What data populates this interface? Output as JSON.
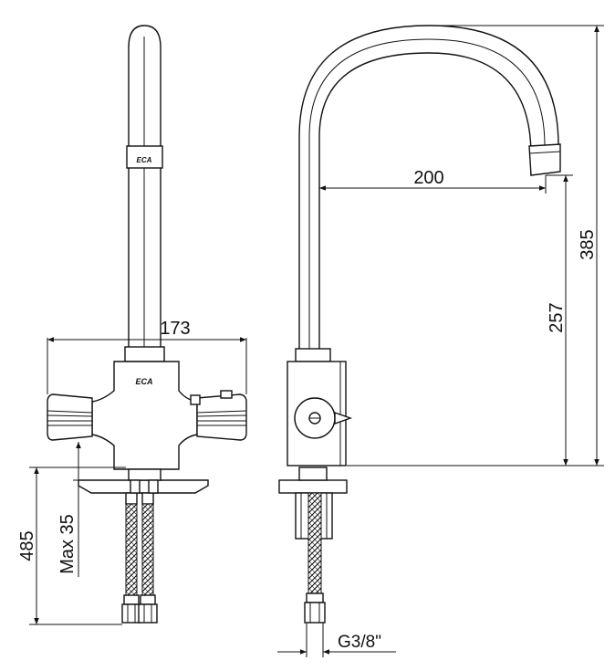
{
  "drawing": {
    "dimensions": {
      "width_front": "173",
      "height_total_left": "485",
      "max_deck": "Max 35",
      "spout_reach": "200",
      "spout_height_total": "385",
      "spout_outlet_height": "257",
      "thread": "G3/8\""
    },
    "logo_text": "ECA"
  }
}
